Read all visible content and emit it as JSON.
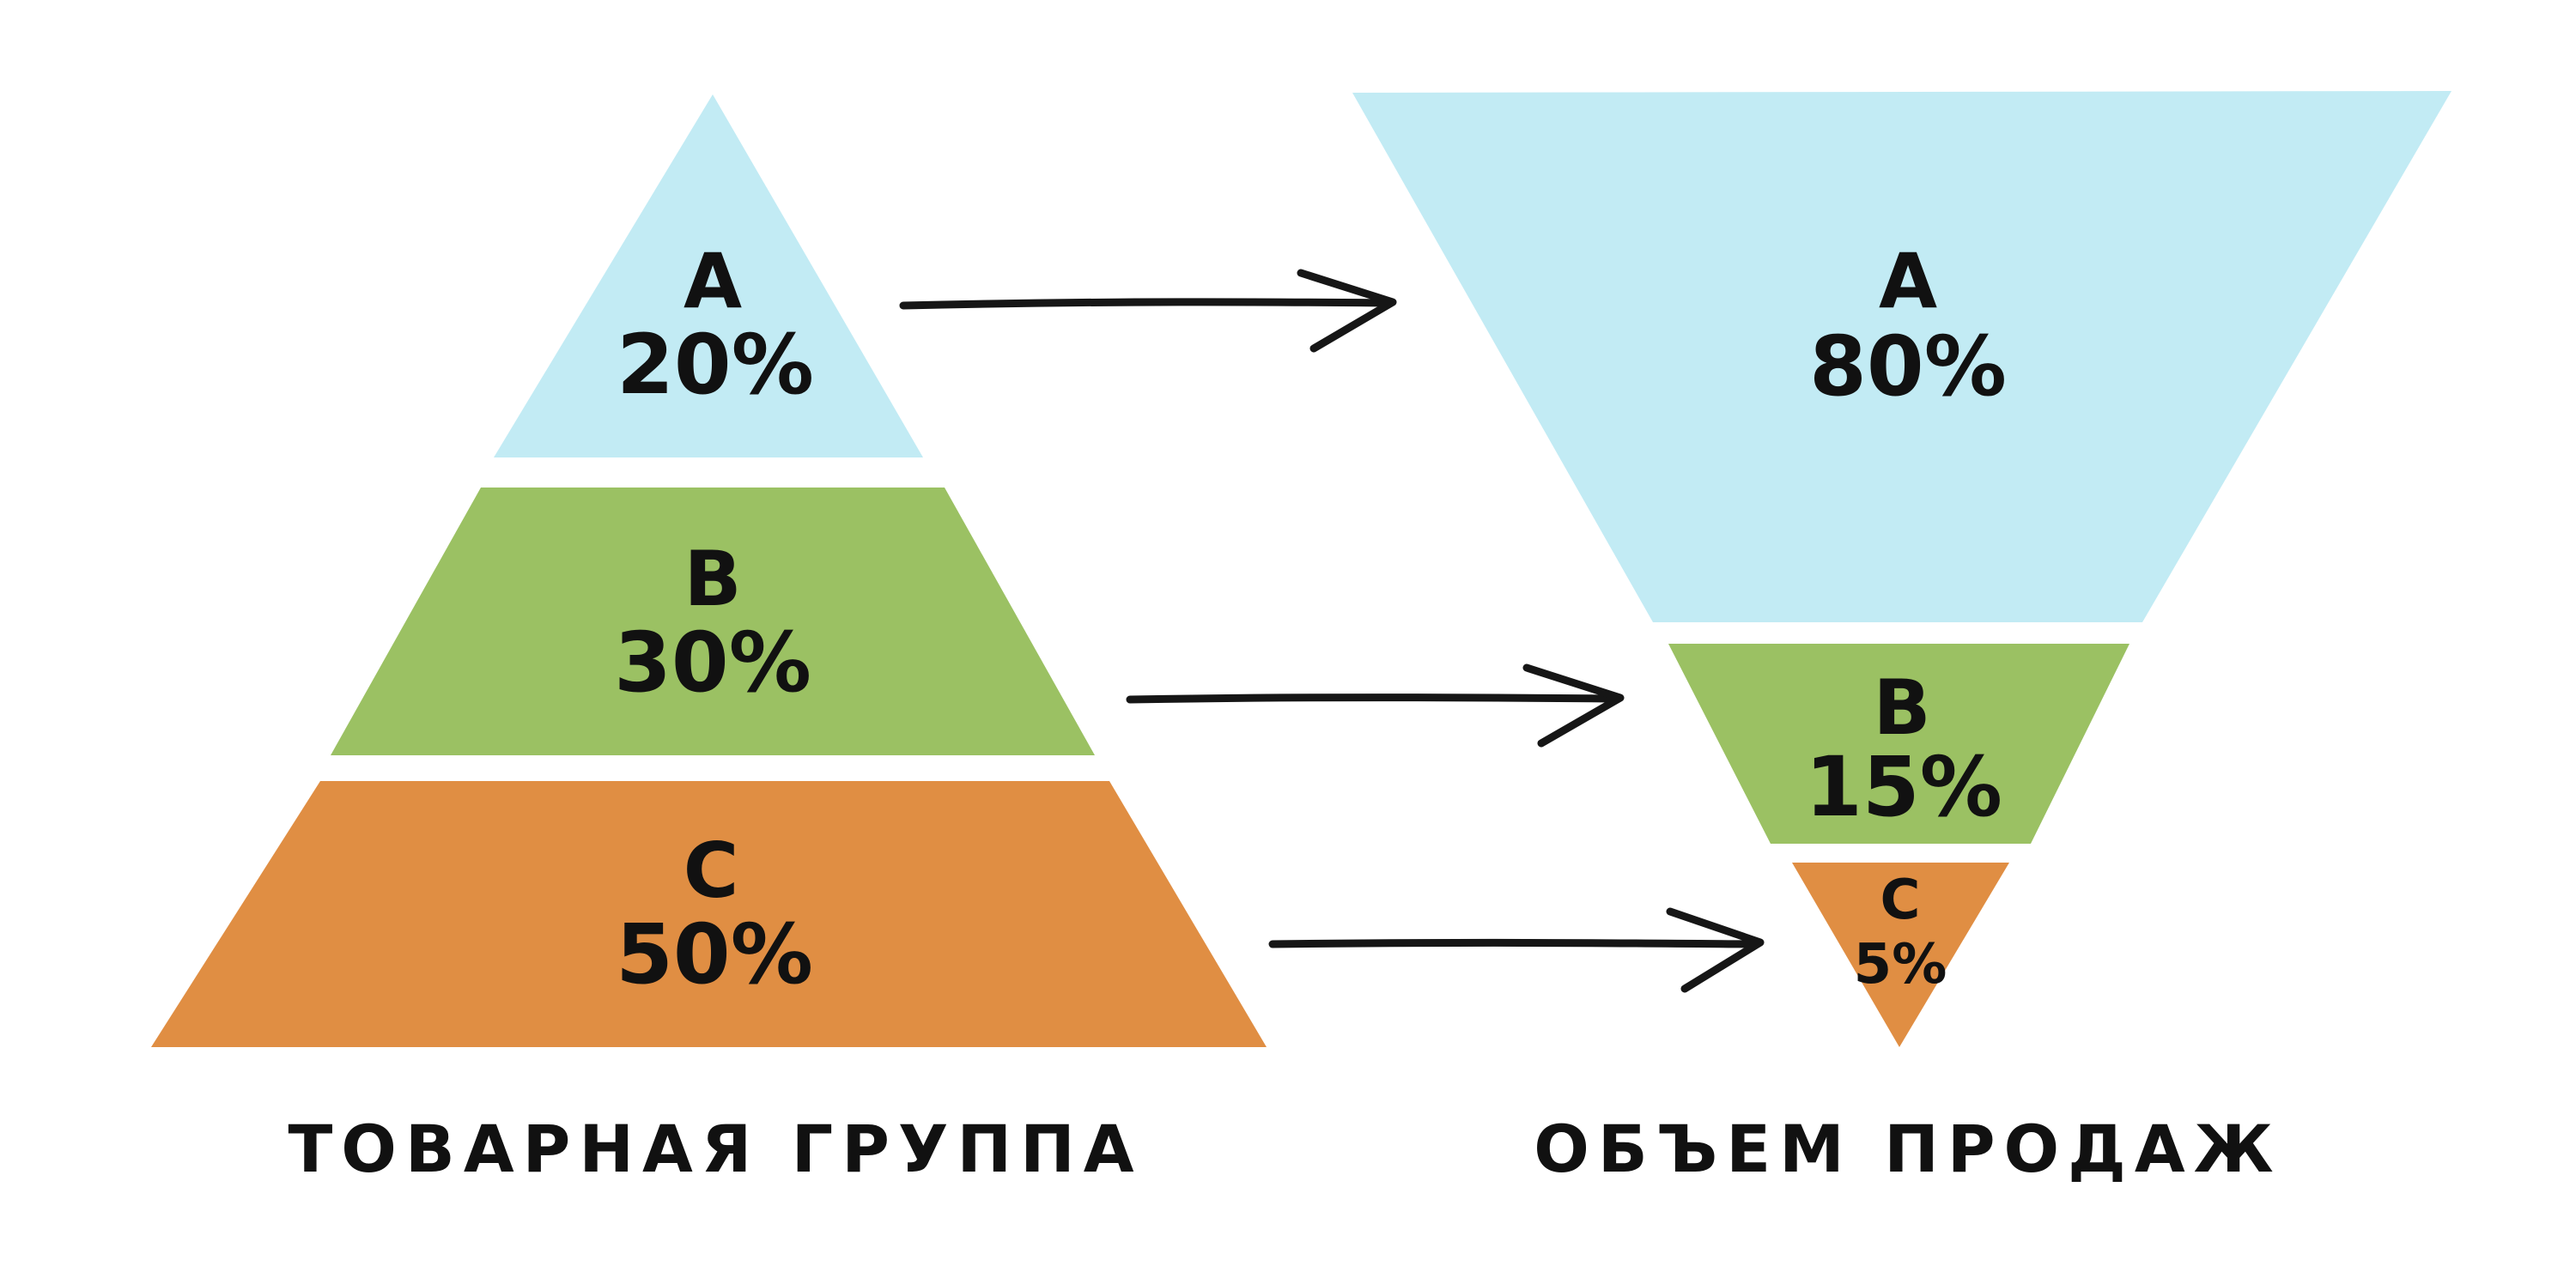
{
  "colors": {
    "a": "#c2ebf4",
    "b": "#9bc163",
    "c": "#e08e43",
    "ink": "#111111"
  },
  "product_group": {
    "caption": "ТОВАРНАЯ ГРУППА",
    "segments": [
      {
        "letter": "A",
        "percent": "20%"
      },
      {
        "letter": "B",
        "percent": "30%"
      },
      {
        "letter": "C",
        "percent": "50%"
      }
    ]
  },
  "sales_volume": {
    "caption": "ОБЪЕМ ПРОДАЖ",
    "segments": [
      {
        "letter": "A",
        "percent": "80%"
      },
      {
        "letter": "B",
        "percent": "15%"
      },
      {
        "letter": "C",
        "percent": "5%"
      }
    ]
  }
}
